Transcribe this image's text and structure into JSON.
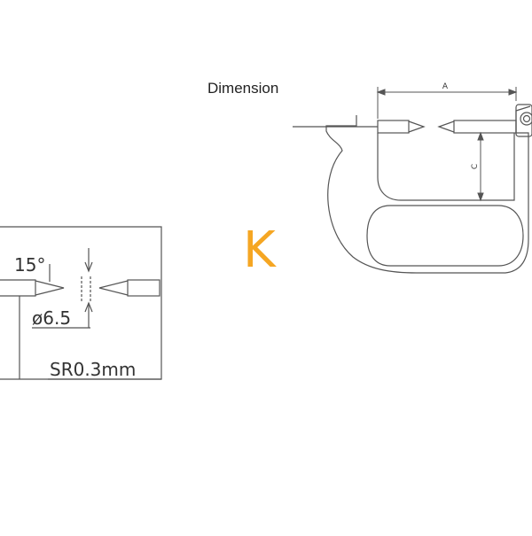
{
  "title": "Dimension",
  "mark": "K",
  "labels": {
    "dim_a": "A",
    "dim_c": "C",
    "angle": "15°",
    "diameter": "ø6.5",
    "radius": "SR0.3mm"
  },
  "colors": {
    "line": "#555555",
    "mark": "#f5a623"
  }
}
